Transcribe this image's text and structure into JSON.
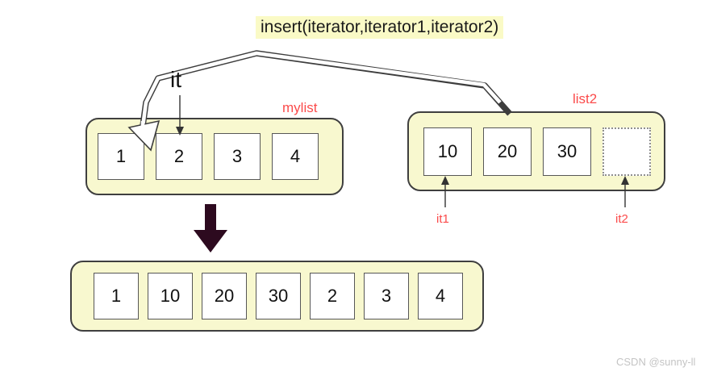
{
  "title": "insert(iterator,iterator1,iterator2)",
  "mylist": {
    "label": "mylist",
    "items": [
      "1",
      "2",
      "3",
      "4"
    ]
  },
  "list2": {
    "label": "list2",
    "items": [
      "10",
      "20",
      "30"
    ],
    "empty_slot": ""
  },
  "iterators": {
    "it": "it",
    "it1": "it1",
    "it2": "it2"
  },
  "result": {
    "items": [
      "1",
      "10",
      "20",
      "30",
      "2",
      "3",
      "4"
    ]
  },
  "watermark": "CSDN @sunny-ll",
  "colors": {
    "container_fill": "#f8f8cf",
    "container_border": "#3f3f3f",
    "title_highlight": "#fafac6",
    "label_red": "#fb4b4b",
    "big_arrow": "#2d0a1f",
    "thin_arrow": "#333333",
    "connector_outline": "#3d3d3d"
  }
}
